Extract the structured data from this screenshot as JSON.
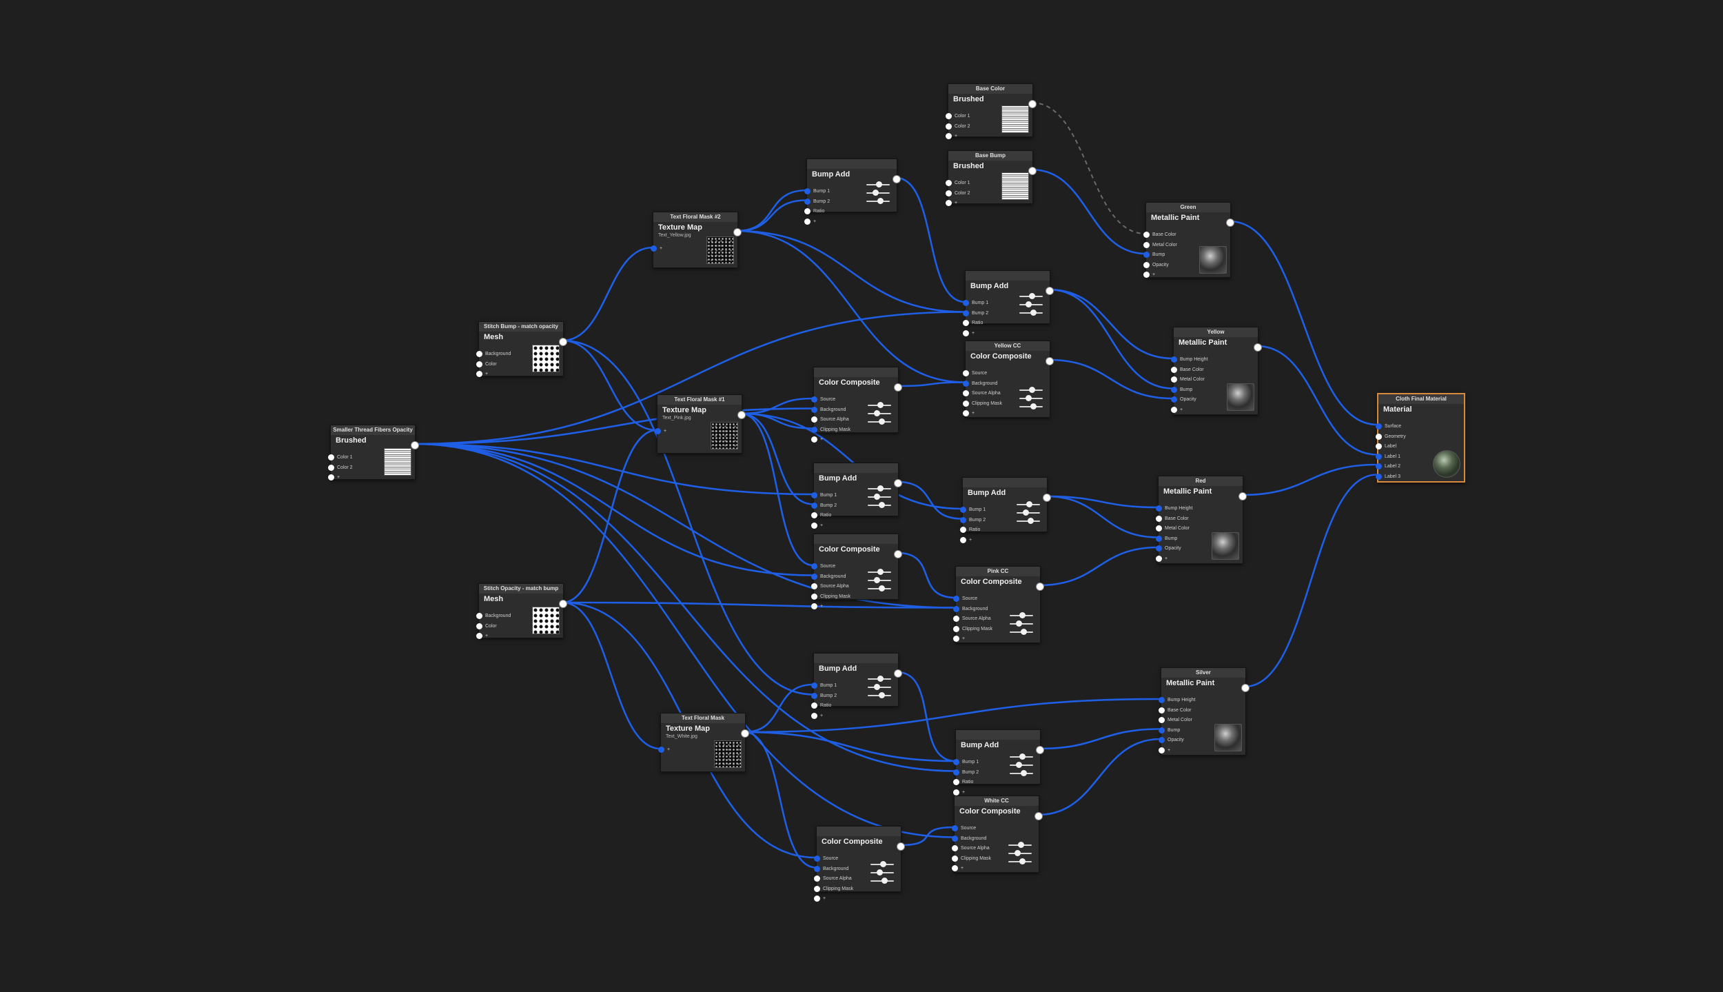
{
  "graph": {
    "nodes": [
      {
        "id": "base-color-node",
        "header": "Base Color",
        "type": "Brushed",
        "subtitle": "",
        "inputs": [
          "Color 1",
          "Color 2",
          "+"
        ],
        "thumb": "t-brushed",
        "sliders": 0
      },
      {
        "id": "base-bump-node",
        "header": "Base Bump",
        "type": "Brushed",
        "subtitle": "",
        "inputs": [
          "Color 1",
          "Color 2",
          "+"
        ],
        "thumb": "t-brushed",
        "sliders": 0
      },
      {
        "id": "bump-add-top-node",
        "header": "",
        "type": "Bump Add",
        "subtitle": "",
        "inputs": [
          "Bump 1",
          "Bump 2",
          "Ratio",
          "+"
        ],
        "thumb": "",
        "sliders": 3
      },
      {
        "id": "text-floral-mask-2-node",
        "header": "Text Floral Mask #2",
        "type": "Texture Map",
        "subtitle": "Text_Yellow.jpg",
        "inputs": [
          "+"
        ],
        "thumb": "t-noise",
        "sliders": 0
      },
      {
        "id": "green-node",
        "header": "Green",
        "type": "Metallic Paint",
        "subtitle": "",
        "inputs": [
          "Base Color",
          "Metal Color",
          "Bump",
          "Opacity",
          "+"
        ],
        "thumb": "t-sphere",
        "sliders": 0
      },
      {
        "id": "bump-add-yellow-node",
        "header": "",
        "type": "Bump Add",
        "subtitle": "",
        "inputs": [
          "Bump 1",
          "Bump 2",
          "Ratio",
          "+"
        ],
        "thumb": "",
        "sliders": 3
      },
      {
        "id": "stitch-bump-node",
        "header": "Stitch Bump - match opacity",
        "type": "Mesh",
        "subtitle": "",
        "inputs": [
          "Background",
          "Color",
          "+"
        ],
        "thumb": "t-dots",
        "sliders": 0
      },
      {
        "id": "yellow-cc-node",
        "header": "Yellow CC",
        "type": "Color Composite",
        "subtitle": "",
        "inputs": [
          "Source",
          "Background",
          "Source Alpha",
          "Clipping Mask",
          "+"
        ],
        "thumb": "",
        "sliders": 3
      },
      {
        "id": "yellow-node",
        "header": "Yellow",
        "type": "Metallic Paint",
        "subtitle": "",
        "inputs": [
          "Bump Height",
          "Base Color",
          "Metal Color",
          "Bump",
          "Opacity",
          "+"
        ],
        "thumb": "t-sphere",
        "sliders": 0
      },
      {
        "id": "color-composite-top-node",
        "header": "",
        "type": "Color Composite",
        "subtitle": "",
        "inputs": [
          "Source",
          "Background",
          "Source Alpha",
          "Clipping Mask",
          "+"
        ],
        "thumb": "",
        "sliders": 3
      },
      {
        "id": "text-floral-mask-1-node",
        "header": "Text Floral Mask #1",
        "type": "Texture Map",
        "subtitle": "Text_Pink.jpg",
        "inputs": [
          "+"
        ],
        "thumb": "t-noise",
        "sliders": 0
      },
      {
        "id": "cloth-final-material-node",
        "header": "Cloth Final Material",
        "type": "Material",
        "subtitle": "",
        "inputs": [
          "Surface",
          "Geometry",
          "Label",
          "Label 1",
          "Label 2",
          "Label 3"
        ],
        "thumb": "t-sphere-g",
        "sliders": 0
      },
      {
        "id": "smaller-thread-fibers-node",
        "header": "Smaller Thread Fibers Opacity",
        "type": "Brushed",
        "subtitle": "",
        "inputs": [
          "Color 1",
          "Color 2",
          "+"
        ],
        "thumb": "t-brushed",
        "sliders": 0
      },
      {
        "id": "bump-add-pink-a-node",
        "header": "",
        "type": "Bump Add",
        "subtitle": "",
        "inputs": [
          "Bump 1",
          "Bump 2",
          "Ratio",
          "+"
        ],
        "thumb": "",
        "sliders": 3
      },
      {
        "id": "bump-add-pink-b-node",
        "header": "",
        "type": "Bump Add",
        "subtitle": "",
        "inputs": [
          "Bump 1",
          "Bump 2",
          "Ratio",
          "+"
        ],
        "thumb": "",
        "sliders": 3
      },
      {
        "id": "red-node",
        "header": "Red",
        "type": "Metallic Paint",
        "subtitle": "",
        "inputs": [
          "Bump Height",
          "Base Color",
          "Metal Color",
          "Bump",
          "Opacity",
          "+"
        ],
        "thumb": "t-sphere",
        "sliders": 0
      },
      {
        "id": "color-composite-mid-node",
        "header": "",
        "type": "Color Composite",
        "subtitle": "",
        "inputs": [
          "Source",
          "Background",
          "Source Alpha",
          "Clipping Mask",
          "+"
        ],
        "thumb": "",
        "sliders": 3
      },
      {
        "id": "pink-cc-node",
        "header": "Pink CC",
        "type": "Color Composite",
        "subtitle": "",
        "inputs": [
          "Source",
          "Background",
          "Source Alpha",
          "Clipping Mask",
          "+"
        ],
        "thumb": "",
        "sliders": 3
      },
      {
        "id": "stitch-opacity-node",
        "header": "Stitch Opacity - match bump",
        "type": "Mesh",
        "subtitle": "",
        "inputs": [
          "Background",
          "Color",
          "+"
        ],
        "thumb": "t-dots",
        "sliders": 0
      },
      {
        "id": "bump-add-white-a-node",
        "header": "",
        "type": "Bump Add",
        "subtitle": "",
        "inputs": [
          "Bump 1",
          "Bump 2",
          "Ratio",
          "+"
        ],
        "thumb": "",
        "sliders": 3
      },
      {
        "id": "silver-node",
        "header": "Silver",
        "type": "Metallic Paint",
        "subtitle": "",
        "inputs": [
          "Bump Height",
          "Base Color",
          "Metal Color",
          "Bump",
          "Opacity",
          "+"
        ],
        "thumb": "t-sphere",
        "sliders": 0
      },
      {
        "id": "text-floral-mask-node",
        "header": "Text Floral Mask",
        "type": "Texture Map",
        "subtitle": "Text_White.jpg",
        "inputs": [
          "+"
        ],
        "thumb": "t-noise",
        "sliders": 0
      },
      {
        "id": "bump-add-white-b-node",
        "header": "",
        "type": "Bump Add",
        "subtitle": "",
        "inputs": [
          "Bump 1",
          "Bump 2",
          "Ratio",
          "+"
        ],
        "thumb": "",
        "sliders": 3
      },
      {
        "id": "white-cc-node",
        "header": "White CC",
        "type": "Color Composite",
        "subtitle": "",
        "inputs": [
          "Source",
          "Background",
          "Source Alpha",
          "Clipping Mask",
          "+"
        ],
        "thumb": "",
        "sliders": 3
      },
      {
        "id": "color-composite-bottom-node",
        "header": "",
        "type": "Color Composite",
        "subtitle": "",
        "inputs": [
          "Source",
          "Background",
          "Source Alpha",
          "Clipping Mask",
          "+"
        ],
        "thumb": "",
        "sliders": 3
      }
    ],
    "connections": [
      {
        "from": "base-color-node",
        "to": "green-node",
        "port": 0,
        "style": "dashed"
      },
      {
        "from": "base-bump-node",
        "to": "green-node",
        "port": 2
      },
      {
        "from": "green-node",
        "to": "cloth-final-material-node",
        "port": 0
      },
      {
        "from": "yellow-node",
        "to": "cloth-final-material-node",
        "port": 3
      },
      {
        "from": "red-node",
        "to": "cloth-final-material-node",
        "port": 4
      },
      {
        "from": "silver-node",
        "to": "cloth-final-material-node",
        "port": 5
      },
      {
        "from": "bump-add-top-node",
        "to": "bump-add-yellow-node",
        "port": 0
      },
      {
        "from": "text-floral-mask-2-node",
        "to": "bump-add-top-node",
        "port": 0
      },
      {
        "from": "text-floral-mask-2-node",
        "to": "bump-add-top-node",
        "port": 1
      },
      {
        "from": "text-floral-mask-2-node",
        "to": "bump-add-yellow-node",
        "port": 1
      },
      {
        "from": "text-floral-mask-2-node",
        "to": "yellow-cc-node",
        "port": 1
      },
      {
        "from": "stitch-bump-node",
        "to": "text-floral-mask-2-node",
        "port": 0
      },
      {
        "from": "stitch-bump-node",
        "to": "text-floral-mask-1-node",
        "port": 0
      },
      {
        "from": "stitch-bump-node",
        "to": "bump-add-white-a-node",
        "port": 1
      },
      {
        "from": "bump-add-yellow-node",
        "to": "yellow-node",
        "port": 3
      },
      {
        "from": "bump-add-yellow-node",
        "to": "yellow-node",
        "port": 0
      },
      {
        "from": "yellow-cc-node",
        "to": "yellow-node",
        "port": 4
      },
      {
        "from": "color-composite-top-node",
        "to": "yellow-cc-node",
        "port": 1
      },
      {
        "from": "text-floral-mask-1-node",
        "to": "color-composite-top-node",
        "port": 0
      },
      {
        "from": "text-floral-mask-1-node",
        "to": "color-composite-top-node",
        "port": 3
      },
      {
        "from": "text-floral-mask-1-node",
        "to": "bump-add-pink-a-node",
        "port": 1
      },
      {
        "from": "text-floral-mask-1-node",
        "to": "color-composite-mid-node",
        "port": 0
      },
      {
        "from": "text-floral-mask-1-node",
        "to": "bump-add-pink-b-node",
        "port": 0
      },
      {
        "from": "smaller-thread-fibers-node",
        "to": "bump-add-yellow-node",
        "port": 1
      },
      {
        "from": "smaller-thread-fibers-node",
        "to": "color-composite-top-node",
        "port": 1
      },
      {
        "from": "smaller-thread-fibers-node",
        "to": "bump-add-pink-a-node",
        "port": 0
      },
      {
        "from": "smaller-thread-fibers-node",
        "to": "color-composite-mid-node",
        "port": 1
      },
      {
        "from": "smaller-thread-fibers-node",
        "to": "pink-cc-node",
        "port": 1
      },
      {
        "from": "smaller-thread-fibers-node",
        "to": "bump-add-white-b-node",
        "port": 1
      },
      {
        "from": "smaller-thread-fibers-node",
        "to": "white-cc-node",
        "port": 1
      },
      {
        "from": "bump-add-pink-a-node",
        "to": "bump-add-pink-b-node",
        "port": 1
      },
      {
        "from": "bump-add-pink-b-node",
        "to": "red-node",
        "port": 3
      },
      {
        "from": "bump-add-pink-b-node",
        "to": "red-node",
        "port": 0
      },
      {
        "from": "pink-cc-node",
        "to": "red-node",
        "port": 4
      },
      {
        "from": "color-composite-mid-node",
        "to": "pink-cc-node",
        "port": 0
      },
      {
        "from": "stitch-opacity-node",
        "to": "text-floral-mask-1-node",
        "port": 0
      },
      {
        "from": "stitch-opacity-node",
        "to": "pink-cc-node",
        "port": 1
      },
      {
        "from": "stitch-opacity-node",
        "to": "text-floral-mask-node",
        "port": 0
      },
      {
        "from": "stitch-opacity-node",
        "to": "color-composite-bottom-node",
        "port": 0
      },
      {
        "from": "text-floral-mask-node",
        "to": "bump-add-white-a-node",
        "port": 0
      },
      {
        "from": "text-floral-mask-node",
        "to": "silver-node",
        "port": 0
      },
      {
        "from": "text-floral-mask-node",
        "to": "bump-add-white-b-node",
        "port": 0
      },
      {
        "from": "text-floral-mask-node",
        "to": "color-composite-bottom-node",
        "port": 1
      },
      {
        "from": "bump-add-white-a-node",
        "to": "bump-add-white-b-node",
        "port": 0
      },
      {
        "from": "bump-add-white-b-node",
        "to": "silver-node",
        "port": 3
      },
      {
        "from": "white-cc-node",
        "to": "silver-node",
        "port": 4
      },
      {
        "from": "color-composite-bottom-node",
        "to": "white-cc-node",
        "port": 0
      }
    ]
  },
  "colors": {
    "background": "#1f1f1f",
    "node": "#2d2d2d",
    "header": "#3a3a3a",
    "wire": "#1f5fe6",
    "selected": "#d98a3a"
  }
}
